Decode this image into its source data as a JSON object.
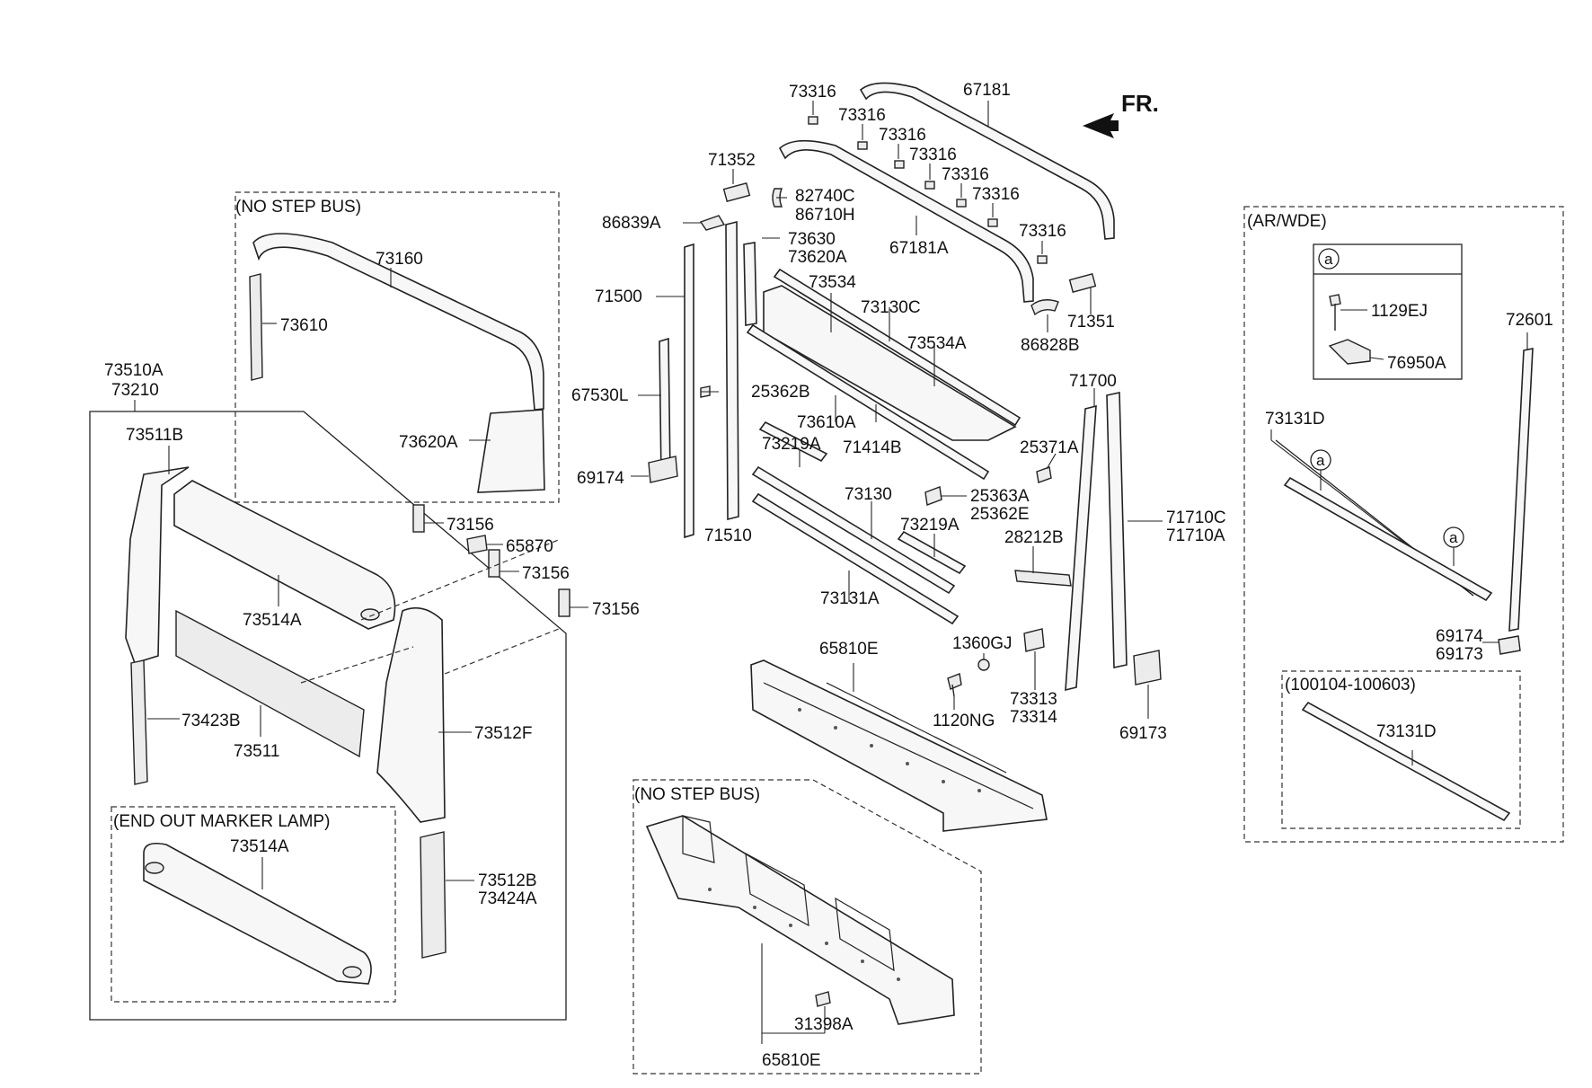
{
  "page": {
    "fr_label": "FR."
  },
  "groups": {
    "no_step_bus_top": "(NO STEP BUS)",
    "end_out_marker_lamp": "(END OUT MARKER LAMP)",
    "no_step_bus_bottom": "(NO STEP BUS)",
    "ar_wde": "(AR/WDE)",
    "date_range": "(100104-100603)",
    "detail_marker": "a"
  },
  "labels": {
    "p73316a": "73316",
    "p73316b": "73316",
    "p73316c": "73316",
    "p73316d": "73316",
    "p73316e": "73316",
    "p73316f": "73316",
    "p73316g": "73316",
    "p67181": "67181",
    "p67181a": "67181A",
    "p71352": "71352",
    "p82740c": "82740C",
    "p86710h": "86710H",
    "p86839a": "86839A",
    "p73630": "73630",
    "p73620a_top": "73620A",
    "p73534": "73534",
    "p73130c": "73130C",
    "p73534a": "73534A",
    "p86828b": "86828B",
    "p71351": "71351",
    "p71500": "71500",
    "p67530l": "67530L",
    "p25362b": "25362B",
    "p73610a": "73610A",
    "p71414b": "71414B",
    "p69174_mid": "69174",
    "p73219a_1": "73219A",
    "p73130": "73130",
    "p71510": "71510",
    "p73219a_2": "73219A",
    "p73131a": "73131A",
    "p71700": "71700",
    "p25371a": "25371A",
    "p25363a": "25363A",
    "p25362e": "25362E",
    "p28212b": "28212B",
    "p71710c": "71710C",
    "p71710a": "71710A",
    "p65810e_mid": "65810E",
    "p1360gj": "1360GJ",
    "p1120ng": "1120NG",
    "p73313": "73313",
    "p73314": "73314",
    "p69173_mid": "69173",
    "p73160": "73160",
    "p73610": "73610",
    "p73620a_left": "73620A",
    "p73510a": "73510A",
    "p73210": "73210",
    "p73511b": "73511B",
    "p73156a": "73156",
    "p65870": "65870",
    "p73156b": "73156",
    "p73156c": "73156",
    "p73514a": "73514A",
    "p73423b": "73423B",
    "p73511": "73511",
    "p73512f": "73512F",
    "p73514a_lamp": "73514A",
    "p73512b": "73512B",
    "p73424a": "73424A",
    "p31398a": "31398A",
    "p65810e_bottom": "65810E",
    "p1129ej": "1129EJ",
    "p76950a": "76950A",
    "p72601": "72601",
    "p73131d": "73131D",
    "p69174_right": "69174",
    "p69173_right": "69173",
    "p73131d_range": "73131D"
  }
}
